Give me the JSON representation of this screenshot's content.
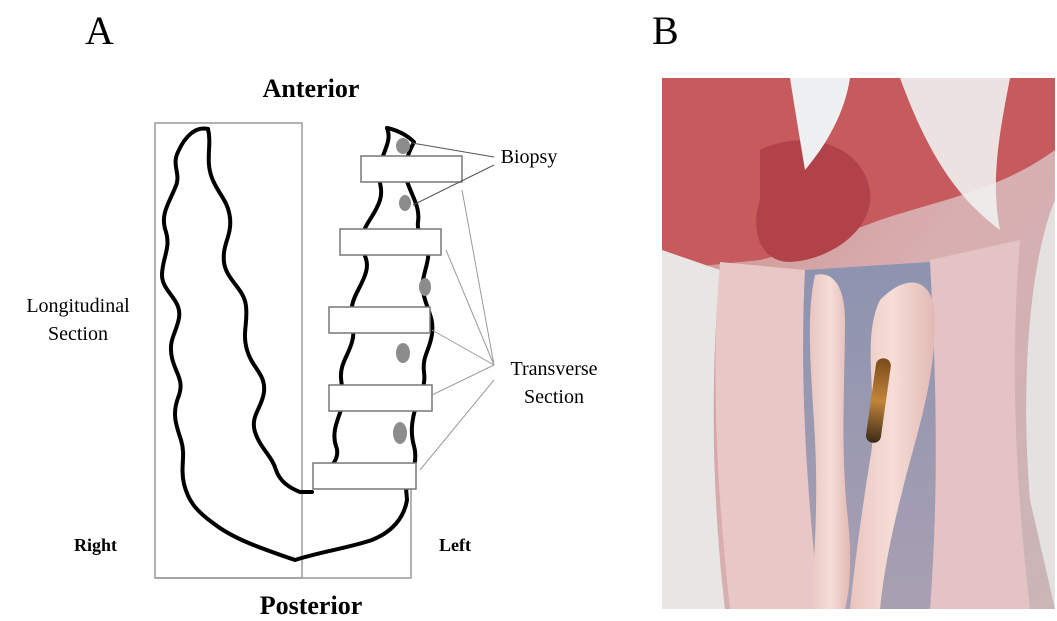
{
  "panels": {
    "a_letter": "A",
    "b_letter": "B"
  },
  "diagram": {
    "anterior": "Anterior",
    "posterior": "Posterior",
    "right": "Right",
    "left": "Left",
    "longitudinal_line1": "Longitudinal",
    "longitudinal_line2": "Section",
    "biopsy": "Biopsy",
    "transverse_line1": "Transverse",
    "transverse_line2": "Section"
  },
  "colors": {
    "outline": "#000000",
    "box_stroke": "#9a9a9a",
    "biopsy_spot": "#8c8c8c"
  }
}
